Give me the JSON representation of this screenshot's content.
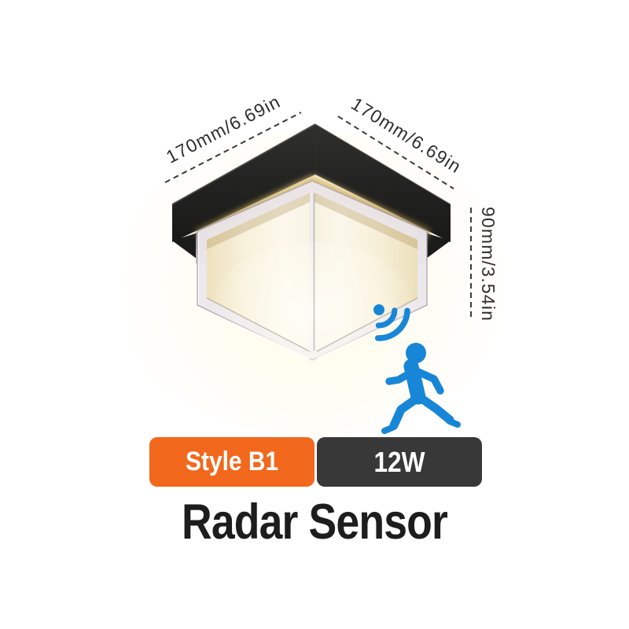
{
  "product": {
    "title": "Radar Sensor",
    "badges": [
      {
        "label": "Style B1",
        "color": "#f2681c"
      },
      {
        "label": "12W",
        "color": "#383838"
      }
    ],
    "dimensions": {
      "top_left": "170mm/6.69in",
      "top_right": "170mm/6.69in",
      "height": "90mm/3.54in"
    },
    "icons": [
      {
        "name": "radar-waves-icon",
        "color": "#1786d7"
      },
      {
        "name": "running-person-icon",
        "color": "#1786d7"
      }
    ],
    "colors": {
      "background": "#ffffff",
      "accent_blue": "#1786d7",
      "badge_orange": "#f2681c",
      "badge_dark": "#383838",
      "title_text": "#1d1d1d",
      "dimension_text": "#2e2e2e",
      "lamp_body_black": "#232321",
      "lamp_glow_warm": "#f8f1dd",
      "lamp_gold_rim": "#bb9e52"
    }
  }
}
